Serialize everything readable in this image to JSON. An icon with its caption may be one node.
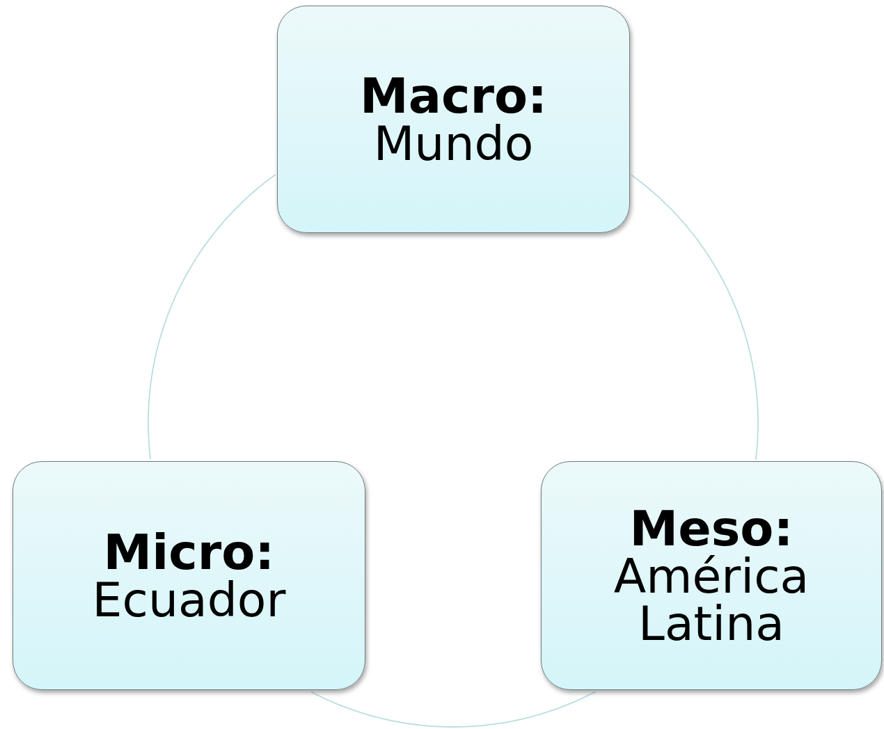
{
  "diagram": {
    "nodes": [
      {
        "text": [
          "Macro:",
          "Mundo"
        ]
      },
      {
        "text": [
          "Meso:",
          "América Latina"
        ]
      },
      {
        "text": [
          "Micro:",
          "Ecuador"
        ]
      }
    ],
    "edges": [
      {
        "from": 0,
        "to": 1,
        "arrow": "none"
      },
      {
        "from": 1,
        "to": 2,
        "arrow": "none"
      },
      {
        "from": 2,
        "to": 0,
        "arrow": "none"
      }
    ]
  }
}
